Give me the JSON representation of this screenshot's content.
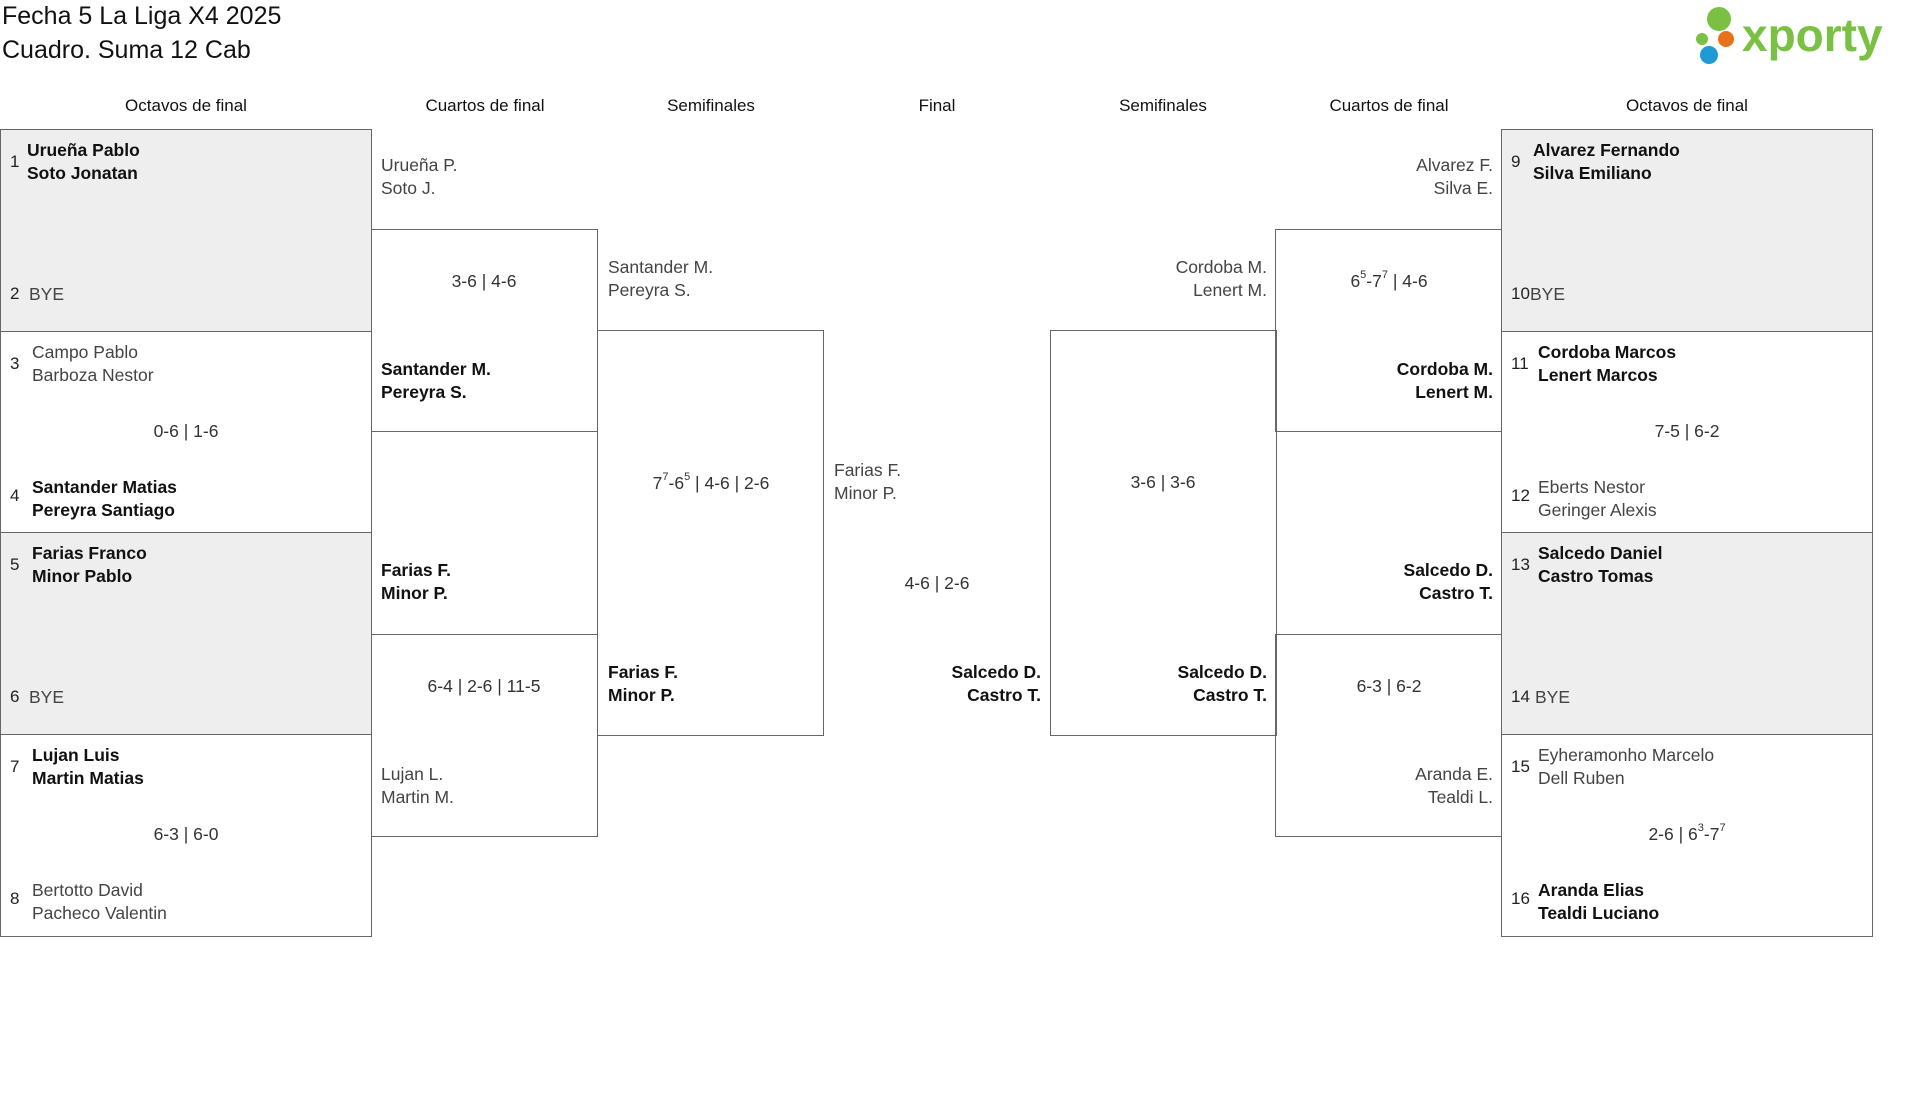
{
  "header": {
    "title": "Fecha 5 La Liga X4 2025",
    "subtitle": "Cuadro. Suma 12 Cab"
  },
  "logo": {
    "text": "xporty",
    "colors": {
      "text": "#7ac143",
      "dot_green": "#7ac143",
      "dot_orange": "#e8721c",
      "dot_blue": "#1e9ad6"
    }
  },
  "columns": [
    "Octavos de final",
    "Cuartos de final",
    "Semifinales",
    "Final",
    "Semifinales",
    "Cuartos de final",
    "Octavos de final"
  ],
  "octavos_left": [
    {
      "top": {
        "seed": "1",
        "p1": "Urueña Pablo",
        "p2": "Soto Jonatan",
        "win": true
      },
      "bot": {
        "seed": "2",
        "p1": "BYE",
        "p2": "",
        "win": false
      },
      "score": [],
      "shade": true
    },
    {
      "top": {
        "seed": "3",
        "p1": "Campo Pablo",
        "p2": "Barboza Nestor",
        "win": false
      },
      "bot": {
        "seed": "4",
        "p1": "Santander Matias",
        "p2": "Pereyra Santiago",
        "win": true
      },
      "score": [
        [
          "0-6",
          ""
        ],
        [
          "1-6",
          ""
        ]
      ],
      "shade": false
    },
    {
      "top": {
        "seed": "5",
        "p1": "Farias Franco",
        "p2": "Minor Pablo",
        "win": true
      },
      "bot": {
        "seed": "6",
        "p1": "BYE",
        "p2": "",
        "win": false
      },
      "score": [],
      "shade": true
    },
    {
      "top": {
        "seed": "7",
        "p1": "Lujan Luis",
        "p2": "Martin Matias",
        "win": true
      },
      "bot": {
        "seed": "8",
        "p1": "Bertotto David",
        "p2": "Pacheco Valentin",
        "win": false
      },
      "score": [
        [
          "6-3",
          ""
        ],
        [
          "6-0",
          ""
        ]
      ],
      "shade": false
    }
  ],
  "octavos_right": [
    {
      "top": {
        "seed": "9",
        "p1": "Alvarez Fernando",
        "p2": "Silva Emiliano",
        "win": true
      },
      "bot": {
        "seed": "10",
        "p1": "BYE",
        "p2": "",
        "win": false
      },
      "score": [],
      "shade": true
    },
    {
      "top": {
        "seed": "11",
        "p1": "Cordoba Marcos",
        "p2": "Lenert Marcos",
        "win": true
      },
      "bot": {
        "seed": "12",
        "p1": "Eberts Nestor",
        "p2": "Geringer Alexis",
        "win": false
      },
      "score": [
        [
          "7-5",
          ""
        ],
        [
          "6-2",
          ""
        ]
      ],
      "shade": false
    },
    {
      "top": {
        "seed": "13",
        "p1": "Salcedo Daniel",
        "p2": "Castro Tomas",
        "win": true
      },
      "bot": {
        "seed": "14",
        "p1": "BYE",
        "p2": "",
        "win": false
      },
      "score": [],
      "shade": true
    },
    {
      "top": {
        "seed": "15",
        "p1": "Eyheramonho Marcelo",
        "p2": "Dell Ruben",
        "win": false
      },
      "bot": {
        "seed": "16",
        "p1": "Aranda Elias",
        "p2": "Tealdi Luciano",
        "win": true
      },
      "score": [
        [
          "2-6",
          ""
        ],
        [
          "6",
          "3",
          "-7",
          "7"
        ]
      ],
      "shade": false
    }
  ],
  "cuartos_left": [
    {
      "top": {
        "p1": "Urueña P.",
        "p2": "Soto J.",
        "win": false
      },
      "bot": {
        "p1": "Santander M.",
        "p2": "Pereyra S.",
        "win": true
      },
      "score": [
        [
          "3-6",
          ""
        ],
        [
          "4-6",
          ""
        ]
      ]
    },
    {
      "top": {
        "p1": "Farias F.",
        "p2": "Minor P.",
        "win": true
      },
      "bot": {
        "p1": "Lujan L.",
        "p2": "Martin M.",
        "win": false
      },
      "score": [
        [
          "6-4",
          ""
        ],
        [
          "2-6",
          ""
        ],
        [
          "11-5",
          ""
        ]
      ]
    }
  ],
  "cuartos_right": [
    {
      "top": {
        "p1": "Alvarez F.",
        "p2": "Silva E.",
        "win": false
      },
      "bot": {
        "p1": "Cordoba M.",
        "p2": "Lenert M.",
        "win": true
      },
      "score": [
        [
          "6",
          "5",
          "-7",
          "7"
        ],
        [
          "4-6",
          ""
        ]
      ]
    },
    {
      "top": {
        "p1": "Salcedo D.",
        "p2": "Castro T.",
        "win": true
      },
      "bot": {
        "p1": "Aranda E.",
        "p2": "Tealdi L.",
        "win": false
      },
      "score": [
        [
          "6-3",
          ""
        ],
        [
          "6-2",
          ""
        ]
      ]
    }
  ],
  "semis_left": {
    "top": {
      "p1": "Santander M.",
      "p2": "Pereyra S.",
      "win": false
    },
    "bot": {
      "p1": "Farias F.",
      "p2": "Minor P.",
      "win": true
    },
    "score": [
      [
        "7",
        "7",
        "-6",
        "5"
      ],
      [
        "4-6",
        ""
      ],
      [
        "2-6",
        ""
      ]
    ]
  },
  "semis_right": {
    "top": {
      "p1": "Cordoba M.",
      "p2": "Lenert M.",
      "win": false
    },
    "bot": {
      "p1": "Salcedo D.",
      "p2": "Castro T.",
      "win": true
    },
    "score": [
      [
        "3-6",
        ""
      ],
      [
        "3-6",
        ""
      ]
    ]
  },
  "final": {
    "top": {
      "p1": "Farias F.",
      "p2": "Minor P.",
      "win": false
    },
    "bot": {
      "p1": "Salcedo D.",
      "p2": "Castro T.",
      "win": true
    },
    "score": [
      [
        "4-6",
        ""
      ],
      [
        "2-6",
        ""
      ]
    ]
  }
}
